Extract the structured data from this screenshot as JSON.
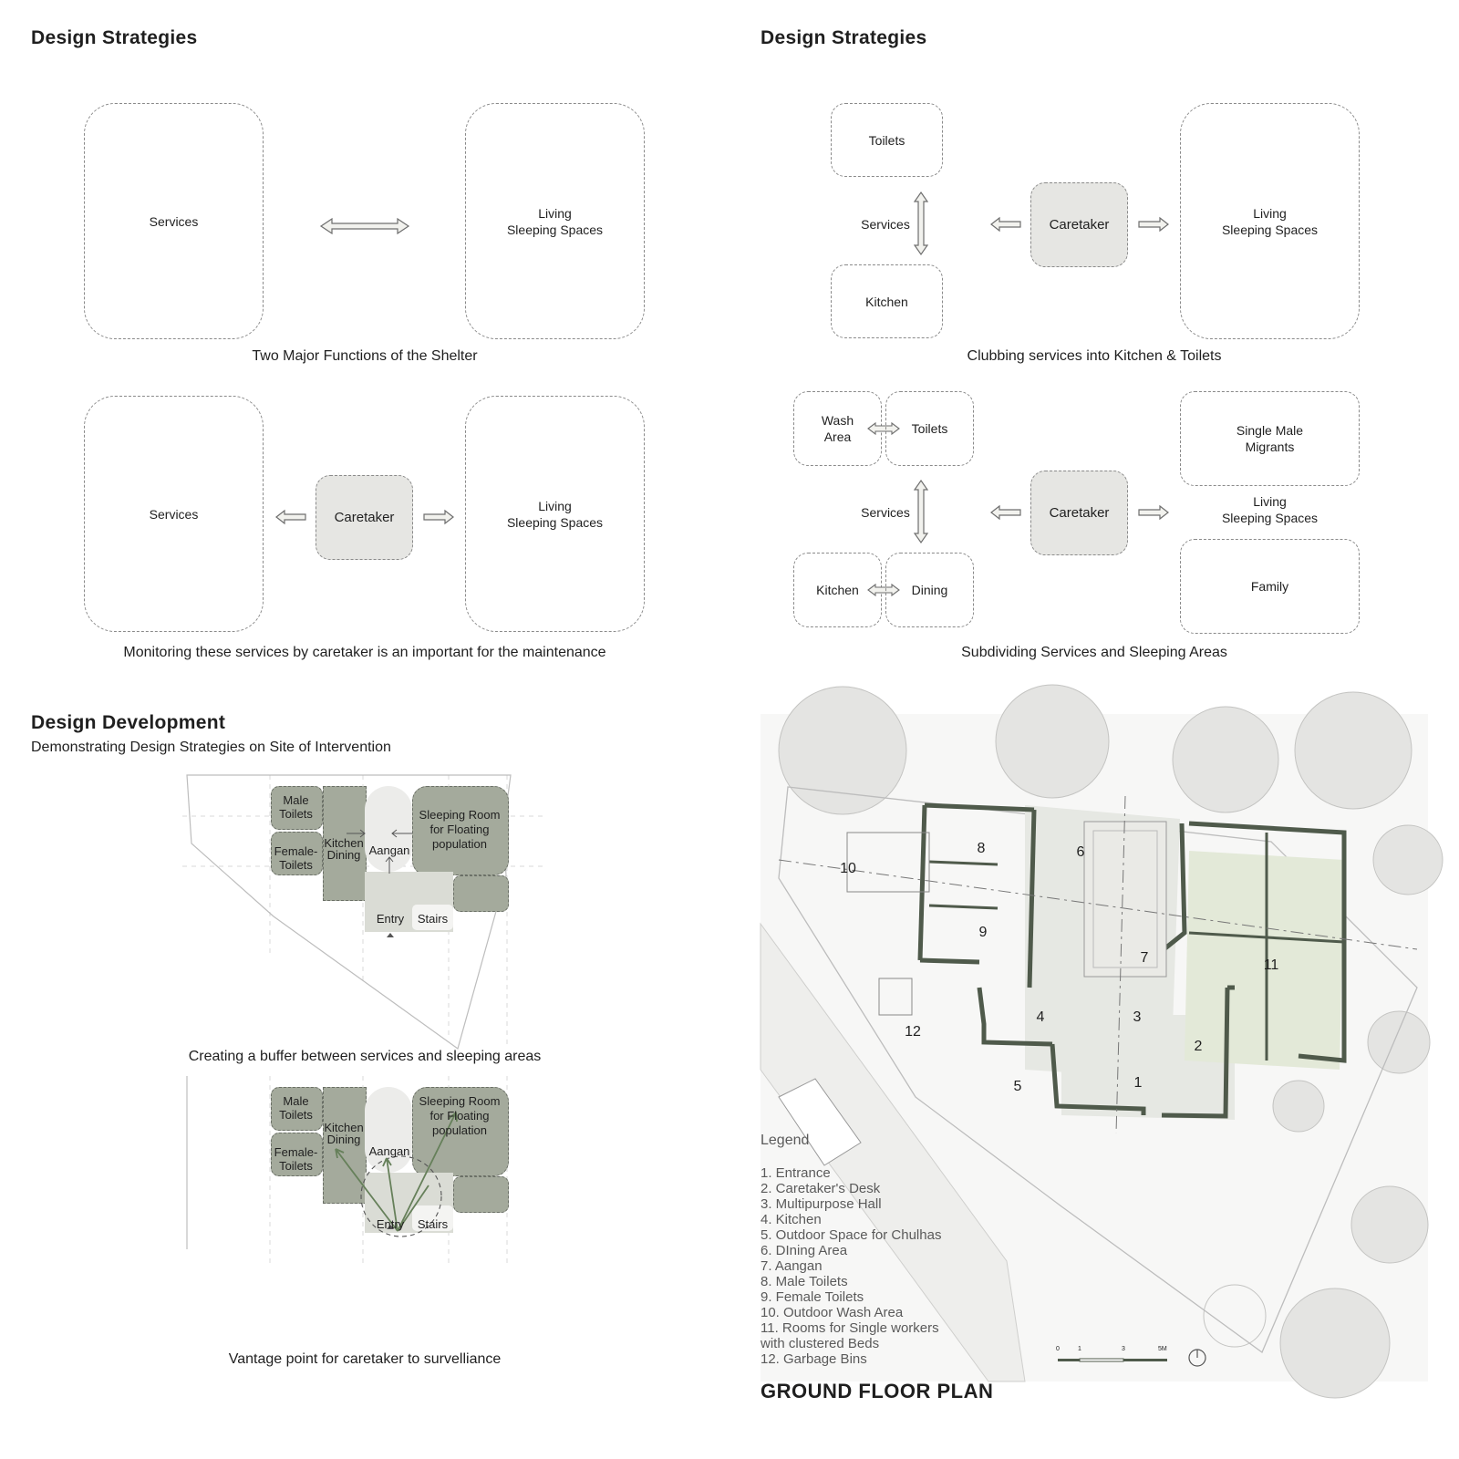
{
  "headings": {
    "strategies_left": "Design  Strategies",
    "strategies_right": "Design  Strategies",
    "development": "Design Development",
    "development_sub": "Demonstrating Design Strategies on Site of Intervention"
  },
  "d1": {
    "services": "Services",
    "living": "Living",
    "sleeping": "Sleeping Spaces",
    "caption": "Two Major Functions of the Shelter"
  },
  "d2": {
    "services": "Services",
    "caretaker": "Caretaker",
    "living": "Living",
    "sleeping": "Sleeping Spaces",
    "caption": "Monitoring these services by caretaker is an important for the maintenance"
  },
  "d3": {
    "toilets": "Toilets",
    "services": "Services",
    "kitchen": "Kitchen",
    "caretaker": "Caretaker",
    "living": "Living",
    "sleeping": "Sleeping Spaces",
    "caption": "Clubbing services into Kitchen & Toilets"
  },
  "d4": {
    "wash_1": "Wash",
    "wash_2": "Area",
    "toilets": "Toilets",
    "services": "Services",
    "kitchen": "Kitchen",
    "dining": "Dining",
    "caretaker": "Caretaker",
    "single_1": "Single Male",
    "single_2": "Migrants",
    "living": "Living",
    "sleeping": "Sleeping Spaces",
    "family": "Family",
    "caption": "Subdividing Services and Sleeping Areas"
  },
  "site1": {
    "male_1": "Male",
    "male_2": "Toilets",
    "female_1": "Female-",
    "female_2": "Toilets",
    "kitchen_1": "Kitchen",
    "kitchen_2": "Dining",
    "aangan": "Aangan",
    "sleep_1": "Sleeping Room",
    "sleep_2": "for Floating",
    "sleep_3": "population",
    "entry": "Entry",
    "stairs": "Stairs",
    "caption": "Creating a buffer between services and sleeping areas"
  },
  "site2": {
    "male_1": "Male",
    "male_2": "Toilets",
    "female_1": "Female-",
    "female_2": "Toilets",
    "kitchen_1": "Kitchen",
    "kitchen_2": "Dining",
    "aangan": "Aangan",
    "sleep_1": "Sleeping Room",
    "sleep_2": "for Floating",
    "sleep_3": "population",
    "entry": "Entry",
    "stairs": "Stairs",
    "caption": "Vantage point for caretaker to survelliance"
  },
  "plan": {
    "numbers": [
      "1",
      "2",
      "3",
      "4",
      "5",
      "6",
      "7",
      "8",
      "9",
      "10",
      "11",
      "12"
    ],
    "legend_title": "Legend",
    "legend": [
      "1. Entrance",
      "2. Caretaker's Desk",
      "3. Multipurpose Hall",
      "4. Kitchen",
      "5. Outdoor Space for Chulhas",
      "6. DIning Area",
      "7. Aangan",
      "8. Male Toilets",
      "9. Female Toilets",
      "10. Outdoor Wash Area",
      "11. Rooms for Single workers",
      "with clustered Beds",
      "12. Garbage Bins"
    ],
    "scale": [
      "0",
      "1",
      "3",
      "5M"
    ],
    "title": "GROUND FLOOR PLAN"
  },
  "colors": {
    "dark_green": "#4f5a4b",
    "sage": "#a4aa9c",
    "pale_green": "#e3e9d8",
    "caretaker_fill": "#e6e6e3"
  }
}
